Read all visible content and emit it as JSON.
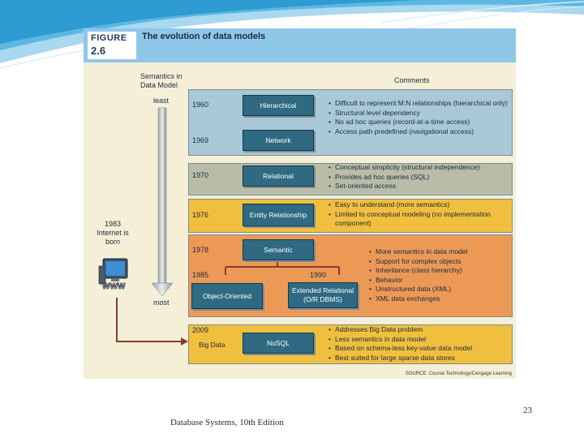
{
  "figure": {
    "label_line1": "FIGURE",
    "label_line2": "2.6",
    "title": "The evolution of data models",
    "semantics_header": "Semantics in Data Model",
    "comments_header": "Comments",
    "scale_top": "least",
    "scale_bottom": "most",
    "internet_note": "1983 Internet is born",
    "internet_icon_text": "WWW",
    "source": "SOURCE: Course Technology/Cengage Learning"
  },
  "years": {
    "y1960": "1960",
    "y1969": "1969",
    "y1970": "1970",
    "y1976": "1976",
    "y1978": "1978",
    "y1985": "1985",
    "y1990": "1990",
    "y2009": "2009"
  },
  "models": {
    "hierarchical": "Hierarchical",
    "network": "Network",
    "relational": "Relational",
    "entity_relationship": "Entity Relationship",
    "semantic": "Semantic",
    "object_oriented": "Object-Oriented",
    "extended_relational": "Extended Relational (O/R DBMS)",
    "nosql": "NoSQL",
    "big_data": "Big Data"
  },
  "comments": {
    "hierarchical_network": [
      "Difficult to represent M:N relationships (hierarchical only)",
      "Structural level dependency",
      "No ad hoc queries (record-at-a-time access)",
      "Access path predefined (navigational access)"
    ],
    "relational": [
      "Conceptual simplicity (structural independence)",
      "Provides ad hoc queries (SQL)",
      "Set-oriented access"
    ],
    "entity_relationship": [
      "Easy to understand (more semantics)",
      "Limited to conceptual modeling (no implementation component)"
    ],
    "semantic": [
      "More semantics in data model",
      "Support for complex objects",
      "Inheritance (class hierarchy)",
      "Behavior",
      "Unstructured data (XML)",
      "XML data exchanges"
    ],
    "nosql": [
      "Addresses Big Data problem",
      "Less semantics in data model",
      "Based on schema-less key-value data model",
      "Best suited for large sparse data stores"
    ]
  },
  "slide": {
    "footer": "Database Systems, 10th Edition",
    "page_number": "23"
  },
  "colors": {
    "header_blue": "#8fc7e9",
    "band_blue": "#a9c9d8",
    "band_gray": "#b9bda8",
    "band_yellow": "#f1bf3e",
    "band_orange": "#ed9956",
    "model_box": "#2f6a82",
    "connector": "#8a3a2a"
  }
}
